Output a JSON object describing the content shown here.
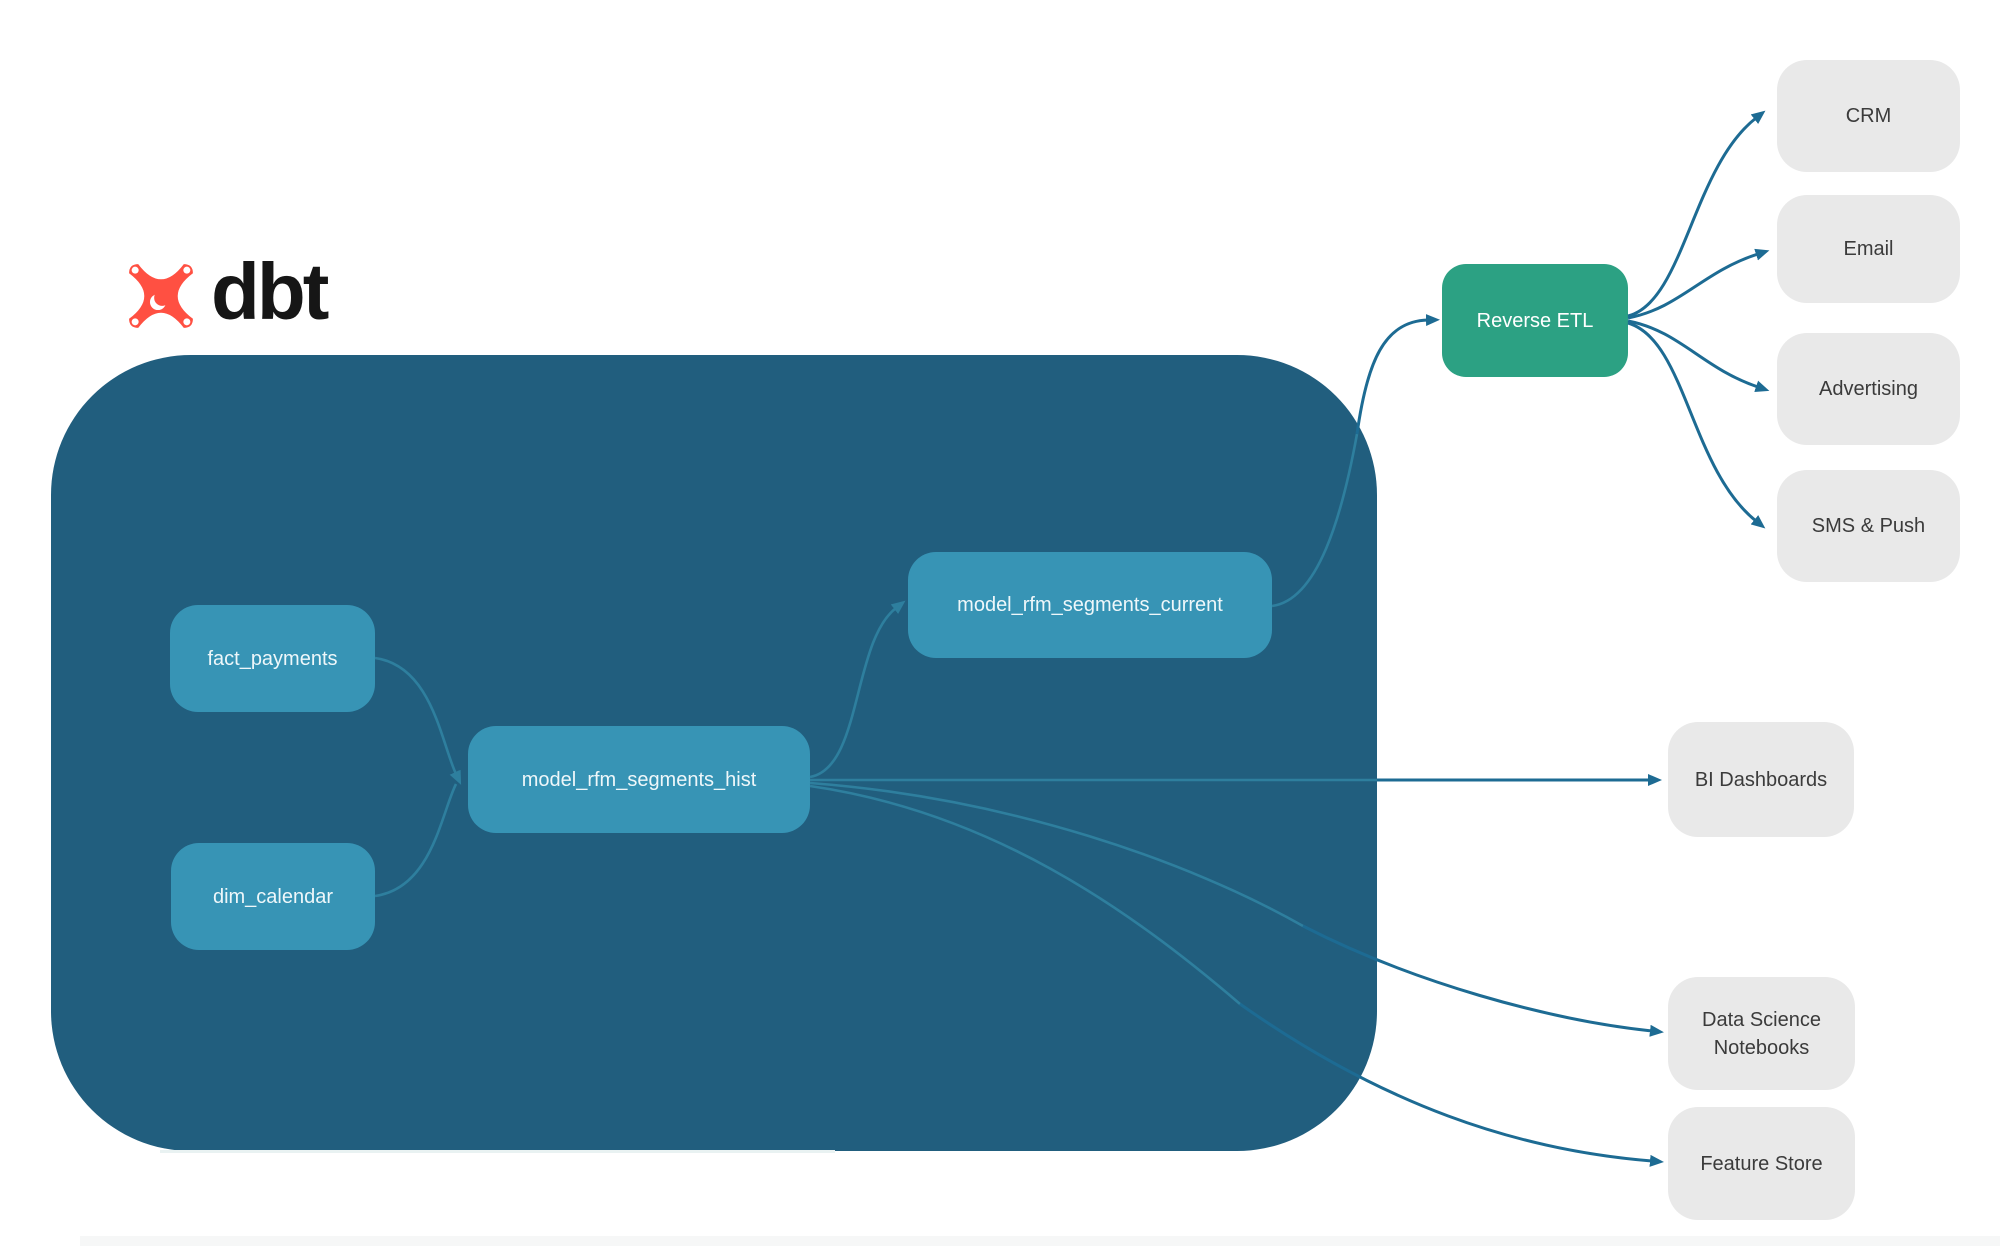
{
  "colors": {
    "container_bg": "#215e7e",
    "node_bg": "#3794b5",
    "node_text": "#eef7fa",
    "reverse_etl_bg": "#2ca183",
    "destination_bg": "#e9e9e9",
    "destination_text": "#3b3b3b",
    "arrow": "#1d6b93",
    "arrow_inside": "#2f81a0",
    "logo_orange": "#ff5042",
    "logo_text": "#161616"
  },
  "logo": {
    "brand": "dbt"
  },
  "warehouse": {
    "nodes": [
      {
        "id": "fact_payments",
        "label": "fact_payments"
      },
      {
        "id": "dim_calendar",
        "label": "dim_calendar"
      },
      {
        "id": "model_rfm_segments_hist",
        "label": "model_rfm_segments_hist"
      },
      {
        "id": "model_rfm_segments_current",
        "label": "model_rfm_segments_current"
      }
    ]
  },
  "reverse_etl": {
    "label": "Reverse ETL"
  },
  "channels": [
    {
      "label": "CRM"
    },
    {
      "label": "Email"
    },
    {
      "label": "Advertising"
    },
    {
      "label": "SMS & Push"
    }
  ],
  "outputs": [
    {
      "label": "BI Dashboards"
    },
    {
      "label": "Data Science Notebooks"
    },
    {
      "label": "Feature Store"
    }
  ],
  "edges": [
    {
      "from": "fact_payments",
      "to": "model_rfm_segments_hist"
    },
    {
      "from": "dim_calendar",
      "to": "model_rfm_segments_hist"
    },
    {
      "from": "model_rfm_segments_hist",
      "to": "model_rfm_segments_current"
    },
    {
      "from": "model_rfm_segments_current",
      "to": "Reverse ETL"
    },
    {
      "from": "Reverse ETL",
      "to": "CRM"
    },
    {
      "from": "Reverse ETL",
      "to": "Email"
    },
    {
      "from": "Reverse ETL",
      "to": "Advertising"
    },
    {
      "from": "Reverse ETL",
      "to": "SMS & Push"
    },
    {
      "from": "model_rfm_segments_hist",
      "to": "BI Dashboards"
    },
    {
      "from": "model_rfm_segments_hist",
      "to": "Data Science Notebooks"
    },
    {
      "from": "model_rfm_segments_hist",
      "to": "Feature Store"
    }
  ]
}
